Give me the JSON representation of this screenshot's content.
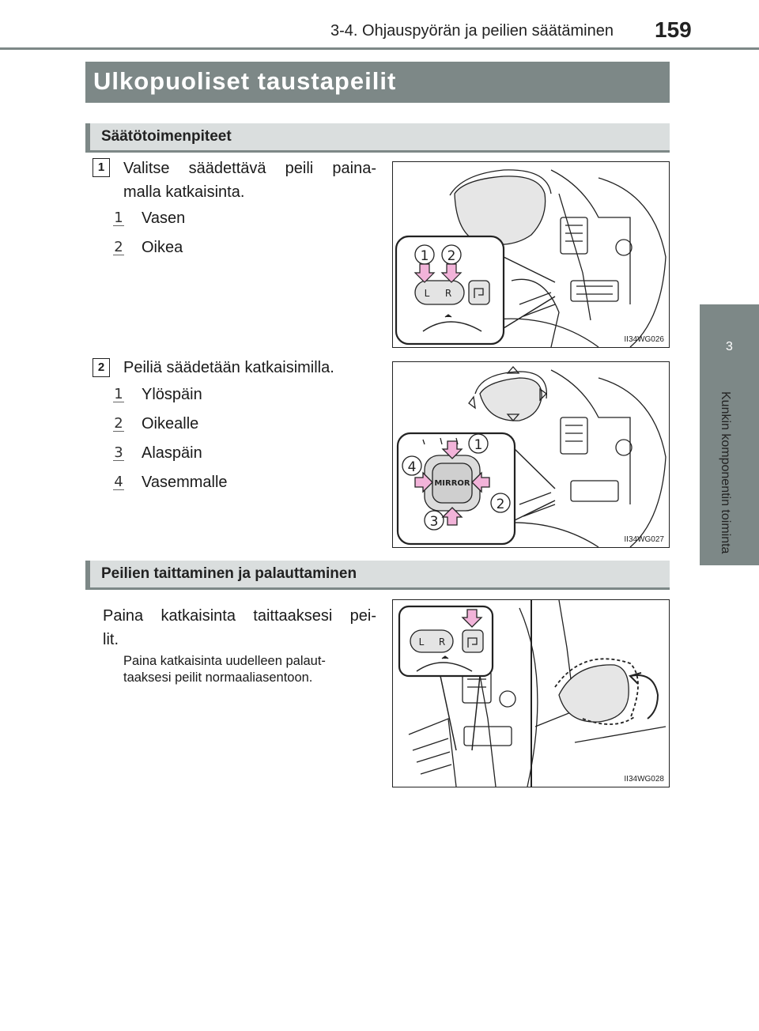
{
  "header": {
    "section_title": "3-4. Ohjauspyörän ja peilien säätäminen",
    "page_number": "159"
  },
  "side_tab": {
    "chapter_number": "3",
    "chapter_title": "Kunkin komponentin toiminta"
  },
  "main_heading": "Ulkopuoliset taustapeilit",
  "section1": {
    "heading": "Säätötoimenpiteet",
    "step1": {
      "number": "1",
      "text_line1": "Valitse säädettävä peili paina-",
      "text_line2": "malla katkaisinta.",
      "items": [
        {
          "num": "1",
          "label": "Vasen"
        },
        {
          "num": "2",
          "label": "Oikea"
        }
      ],
      "figure_code": "II34WG026",
      "callouts": [
        "1",
        "2"
      ],
      "switch_labels": [
        "L",
        "R"
      ]
    },
    "step2": {
      "number": "2",
      "text": "Peiliä säädetään katkaisimilla.",
      "items": [
        {
          "num": "1",
          "label": "Ylöspäin"
        },
        {
          "num": "2",
          "label": "Oikealle"
        },
        {
          "num": "3",
          "label": "Alaspäin"
        },
        {
          "num": "4",
          "label": "Vasemmalle"
        }
      ],
      "figure_code": "II34WG027",
      "callouts": [
        "1",
        "2",
        "3",
        "4"
      ],
      "switch_label": "MIRROR"
    }
  },
  "section2": {
    "heading": "Peilien taittaminen ja palauttaminen",
    "text_line1": "Paina katkaisinta taittaaksesi pei-",
    "text_line2": "lit.",
    "note_line1": "Paina katkaisinta uudelleen palaut-",
    "note_line2": "taaksesi peilit normaaliasentoon.",
    "figure_code": "II34WG028",
    "switch_labels": [
      "L",
      "R"
    ]
  },
  "colors": {
    "heading_gray": "#7d8887",
    "subheading_bg": "#dadede",
    "arrow_pink": "#f2b3d9"
  }
}
